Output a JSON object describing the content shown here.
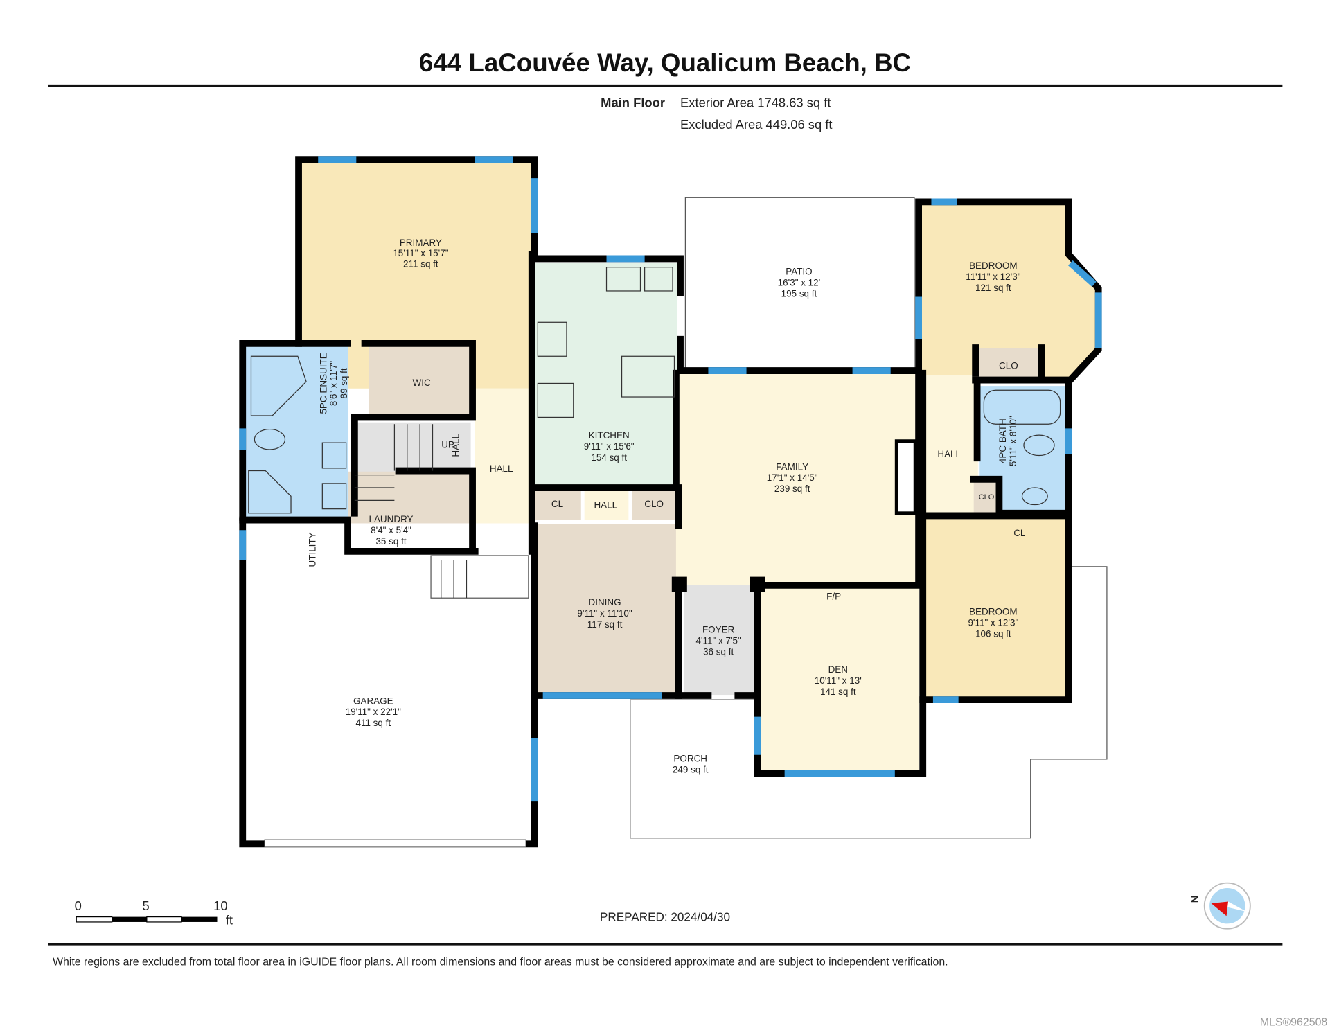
{
  "header": {
    "title": "644 LaCouvée Way, Qualicum Beach, BC"
  },
  "floor": {
    "name": "Main Floor",
    "exterior_area": "Exterior Area 1748.63 sq ft",
    "excluded_area": "Excluded Area 449.06 sq ft"
  },
  "rooms": {
    "primary": {
      "name": "PRIMARY",
      "dims": "15'11\" x 15'7\"",
      "area": "211 sq ft"
    },
    "ensuite": {
      "name": "5PC ENSUITE",
      "dims": "8'6\" x 11'7\"",
      "area": "89 sq ft"
    },
    "wic": {
      "name": "WIC"
    },
    "up_hall": {
      "up": "UP",
      "name": "HALL"
    },
    "laundry": {
      "name": "LAUNDRY",
      "dims": "8'4\" x 5'4\"",
      "area": "35 sq ft"
    },
    "hall_left": {
      "name": "HALL"
    },
    "utility": {
      "name": "UTILITY"
    },
    "kitchen": {
      "name": "KITCHEN",
      "dims": "9'11\" x 15'6\"",
      "area": "154 sq ft"
    },
    "cl_kitchen": {
      "name": "CL"
    },
    "hall_mid": {
      "name": "HALL"
    },
    "clo_mid": {
      "name": "CLO"
    },
    "dining": {
      "name": "DINING",
      "dims": "9'11\" x 11'10\"",
      "area": "117 sq ft"
    },
    "patio": {
      "name": "PATIO",
      "dims": "16'3\" x 12'",
      "area": "195 sq ft"
    },
    "family": {
      "name": "FAMILY",
      "dims": "17'1\" x 14'5\"",
      "area": "239 sq ft"
    },
    "foyer": {
      "name": "FOYER",
      "dims": "4'11\" x 7'5\"",
      "area": "36 sq ft"
    },
    "den": {
      "name": "DEN",
      "dims": "10'11\" x 13'",
      "area": "141 sq ft",
      "fp": "F/P"
    },
    "porch": {
      "name": "PORCH",
      "area": "249 sq ft"
    },
    "bedroom1": {
      "name": "BEDROOM",
      "dims": "11'11\" x 12'3\"",
      "area": "121 sq ft"
    },
    "clo_bed1": {
      "name": "CLO"
    },
    "hall_right": {
      "name": "HALL"
    },
    "bath4": {
      "name": "4PC BATH",
      "dims": "5'11\" x 8'10\""
    },
    "clo_small": {
      "name": "CLO"
    },
    "cl_bed2": {
      "name": "CL"
    },
    "bedroom2": {
      "name": "BEDROOM",
      "dims": "9'11\" x 12'3\"",
      "area": "106 sq ft"
    },
    "garage": {
      "name": "GARAGE",
      "dims": "19'11\" x 22'1\"",
      "area": "411 sq ft"
    }
  },
  "scale": {
    "t0": "0",
    "t5": "5",
    "t10": "10",
    "unit": "ft"
  },
  "prepared": "PREPARED: 2024/04/30",
  "compass": {
    "label": "N"
  },
  "footer": {
    "disclaimer": "White regions are excluded from total floor area in iGUIDE floor plans. All room dimensions and floor areas must be considered approximate and are subject to independent verification.",
    "mls": "MLS®962508"
  },
  "colors": {
    "yellow": "#f9e8b9",
    "cream": "#fdf6dc",
    "blue": "#bcdff7",
    "tan": "#e7dccc",
    "green": "#e3f2e7",
    "gray": "#e2e2e2",
    "window": "#3a9ad9"
  }
}
